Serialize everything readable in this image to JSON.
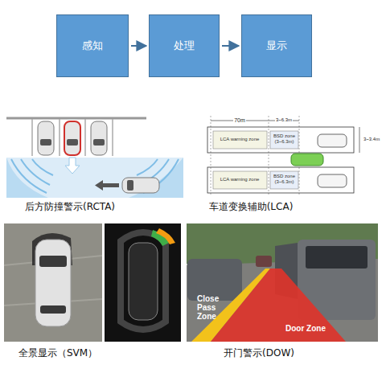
{
  "diagram": {
    "nodes": [
      {
        "text": [
          "感知"
        ]
      },
      {
        "text": [
          "处理"
        ]
      },
      {
        "text": [
          "显示"
        ]
      }
    ],
    "edges": [
      {
        "from": 0,
        "to": 1,
        "arrow": "to"
      },
      {
        "from": 1,
        "to": 2,
        "arrow": "to"
      }
    ],
    "labels": [
      "后方防撞警示(RCTA)",
      "车道变换辅助(LCA)",
      "全景显示（SVM）",
      "开门警示(DOW)",
      "70m",
      "3~6.3m",
      "3~3.4m",
      "LCA warning zone",
      "BSD zone (3~6.3m)",
      "LCA warning zone",
      "BSD zone (3~6.3m)",
      "Close Pass Zone",
      "Door Zone"
    ]
  }
}
